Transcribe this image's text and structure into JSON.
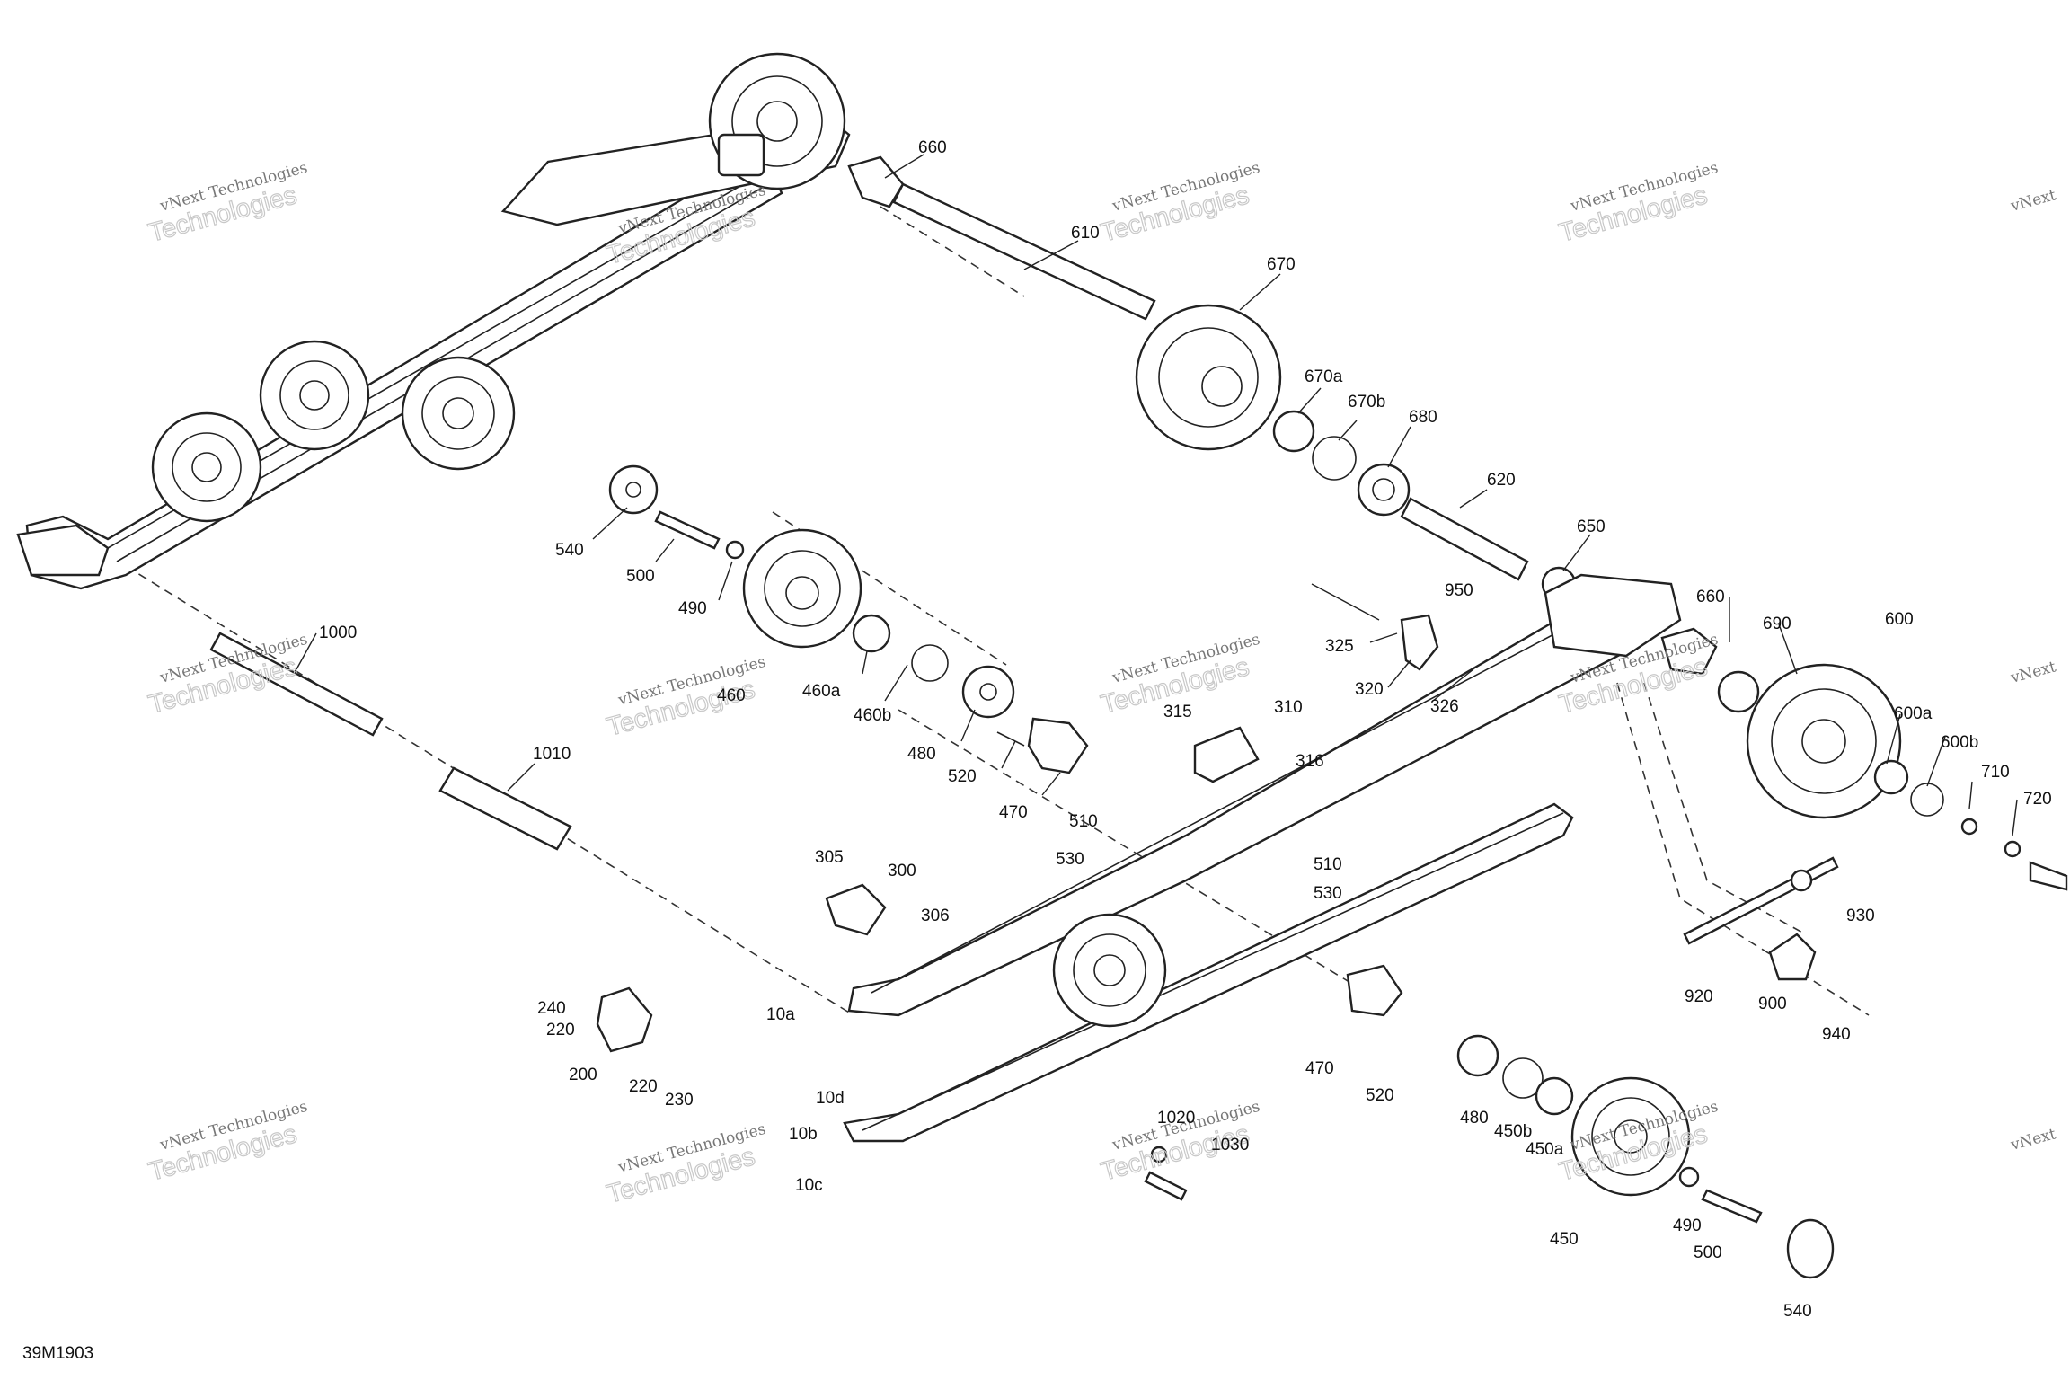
{
  "diagram_code": "39M1903",
  "watermark": {
    "line1": "vNext Technologies",
    "line2": "Technologies",
    "tag": "vNext"
  },
  "callouts": [
    {
      "id": "660",
      "text": "660"
    },
    {
      "id": "610",
      "text": "610"
    },
    {
      "id": "670",
      "text": "670"
    },
    {
      "id": "670a",
      "text": "670a"
    },
    {
      "id": "670b",
      "text": "670b"
    },
    {
      "id": "680",
      "text": "680"
    },
    {
      "id": "620",
      "text": "620"
    },
    {
      "id": "650",
      "text": "650"
    },
    {
      "id": "540",
      "text": "540"
    },
    {
      "id": "500",
      "text": "500"
    },
    {
      "id": "490",
      "text": "490"
    },
    {
      "id": "460",
      "text": "460"
    },
    {
      "id": "460a",
      "text": "460a"
    },
    {
      "id": "460b",
      "text": "460b"
    },
    {
      "id": "480",
      "text": "480"
    },
    {
      "id": "520",
      "text": "520"
    },
    {
      "id": "470",
      "text": "470"
    },
    {
      "id": "1000",
      "text": "1000"
    },
    {
      "id": "1010",
      "text": "1010"
    },
    {
      "id": "950",
      "text": "950"
    },
    {
      "id": "325",
      "text": "325"
    },
    {
      "id": "320",
      "text": "320"
    },
    {
      "id": "326",
      "text": "326"
    },
    {
      "id": "660b",
      "text": "660"
    },
    {
      "id": "690",
      "text": "690"
    },
    {
      "id": "600",
      "text": "600"
    },
    {
      "id": "600a",
      "text": "600a"
    },
    {
      "id": "600b",
      "text": "600b"
    },
    {
      "id": "710",
      "text": "710"
    },
    {
      "id": "720",
      "text": "720"
    },
    {
      "id": "315",
      "text": "315"
    },
    {
      "id": "310",
      "text": "310"
    },
    {
      "id": "316",
      "text": "316"
    },
    {
      "id": "510",
      "text": "510"
    },
    {
      "id": "530",
      "text": "530"
    },
    {
      "id": "510b",
      "text": "510"
    },
    {
      "id": "530b",
      "text": "530"
    },
    {
      "id": "305",
      "text": "305"
    },
    {
      "id": "300",
      "text": "300"
    },
    {
      "id": "306",
      "text": "306"
    },
    {
      "id": "930",
      "text": "930"
    },
    {
      "id": "920",
      "text": "920"
    },
    {
      "id": "900",
      "text": "900"
    },
    {
      "id": "940",
      "text": "940"
    },
    {
      "id": "240",
      "text": "240"
    },
    {
      "id": "220",
      "text": "220"
    },
    {
      "id": "200",
      "text": "200"
    },
    {
      "id": "220b",
      "text": "220"
    },
    {
      "id": "230",
      "text": "230"
    },
    {
      "id": "10a",
      "text": "10a"
    },
    {
      "id": "470b",
      "text": "470"
    },
    {
      "id": "520b",
      "text": "520"
    },
    {
      "id": "480b",
      "text": "480"
    },
    {
      "id": "450b",
      "text": "450b"
    },
    {
      "id": "450a",
      "text": "450a"
    },
    {
      "id": "10d",
      "text": "10d"
    },
    {
      "id": "10b",
      "text": "10b"
    },
    {
      "id": "10c",
      "text": "10c"
    },
    {
      "id": "1020",
      "text": "1020"
    },
    {
      "id": "1030",
      "text": "1030"
    },
    {
      "id": "450",
      "text": "450"
    },
    {
      "id": "490b",
      "text": "490"
    },
    {
      "id": "500b",
      "text": "500"
    },
    {
      "id": "540b",
      "text": "540"
    }
  ]
}
